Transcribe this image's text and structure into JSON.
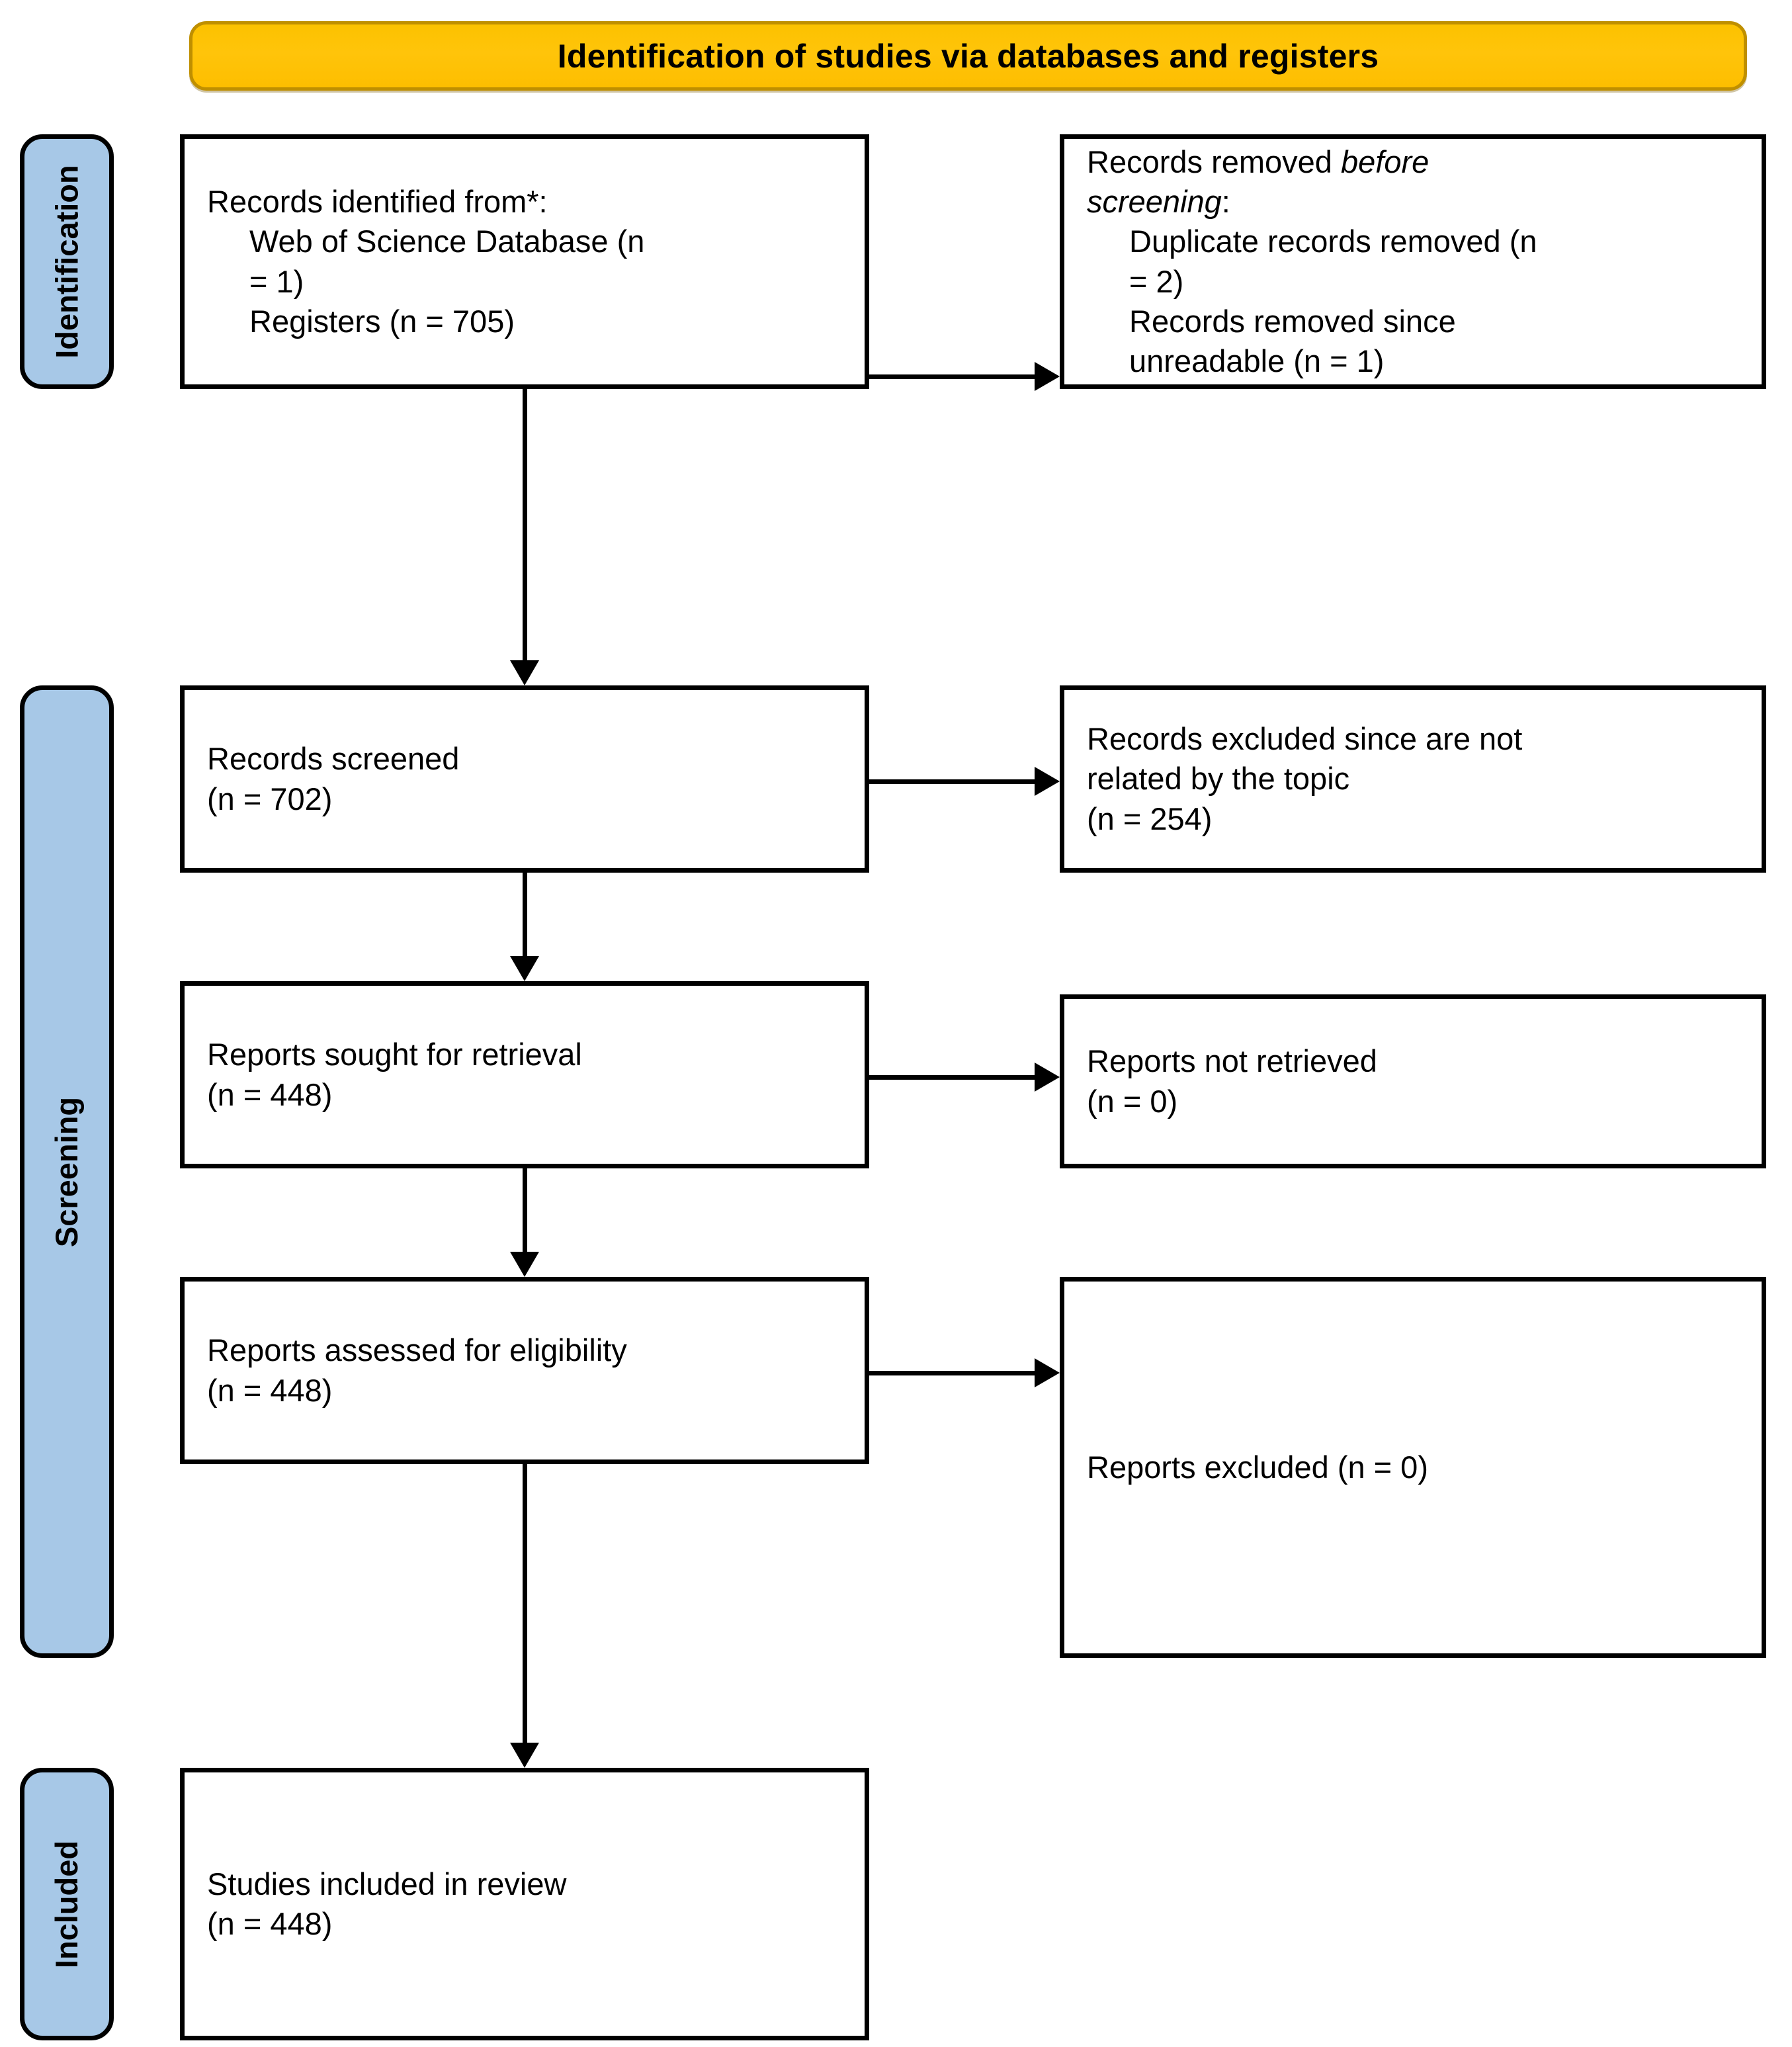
{
  "header": {
    "title": "Identification of studies via databases and registers",
    "fill_color": "#FFC000",
    "border_color": "#BF8F00"
  },
  "phases": {
    "fill_color": "#A7C8E7",
    "border_color": "#000000",
    "items": [
      {
        "id": "identification",
        "label": "Identification"
      },
      {
        "id": "screening",
        "label": "Screening"
      },
      {
        "id": "included",
        "label": "Included"
      }
    ]
  },
  "boxes": {
    "identified": {
      "name": "records-identified",
      "lines": [
        "Records identified from*:",
        "Web of Science Database (n",
        "= 1)",
        "Registers (n = 705)"
      ]
    },
    "removed_before_screening": {
      "name": "records-removed-before-screening",
      "lead_plain": "Records removed ",
      "lead_italic_1": "before",
      "lead_italic_2": "screening",
      "lead_colon": ":",
      "lines": [
        "Duplicate records removed (n",
        "= 2)",
        "Records removed since",
        "unreadable (n = 1)"
      ]
    },
    "screened": {
      "name": "records-screened",
      "lines": [
        "Records screened",
        "(n = 702)"
      ]
    },
    "excluded_topic": {
      "name": "records-excluded-topic",
      "lines": [
        "Records excluded since are not",
        "related by the topic",
        "(n = 254)"
      ]
    },
    "sought": {
      "name": "reports-sought-for-retrieval",
      "lines": [
        "Reports sought for retrieval",
        "(n = 448)"
      ]
    },
    "not_retrieved": {
      "name": "reports-not-retrieved",
      "lines": [
        "Reports not retrieved",
        "(n = 0)"
      ]
    },
    "assessed": {
      "name": "reports-assessed-for-eligibility",
      "lines": [
        "Reports assessed for eligibility",
        "(n = 448)"
      ]
    },
    "reports_excluded": {
      "name": "reports-excluded",
      "lines": [
        "Reports excluded (n = 0)"
      ]
    },
    "included": {
      "name": "studies-included-in-review",
      "lines": [
        "Studies included in review",
        "(n = 448)"
      ]
    }
  },
  "counts": {
    "web_of_science_database": 1,
    "registers": 705,
    "duplicate_records_removed": 2,
    "records_removed_unreadable": 1,
    "records_screened": 702,
    "records_excluded_not_related": 254,
    "reports_sought_for_retrieval": 448,
    "reports_not_retrieved": 0,
    "reports_assessed_for_eligibility": 448,
    "reports_excluded": 0,
    "studies_included_in_review": 448
  }
}
